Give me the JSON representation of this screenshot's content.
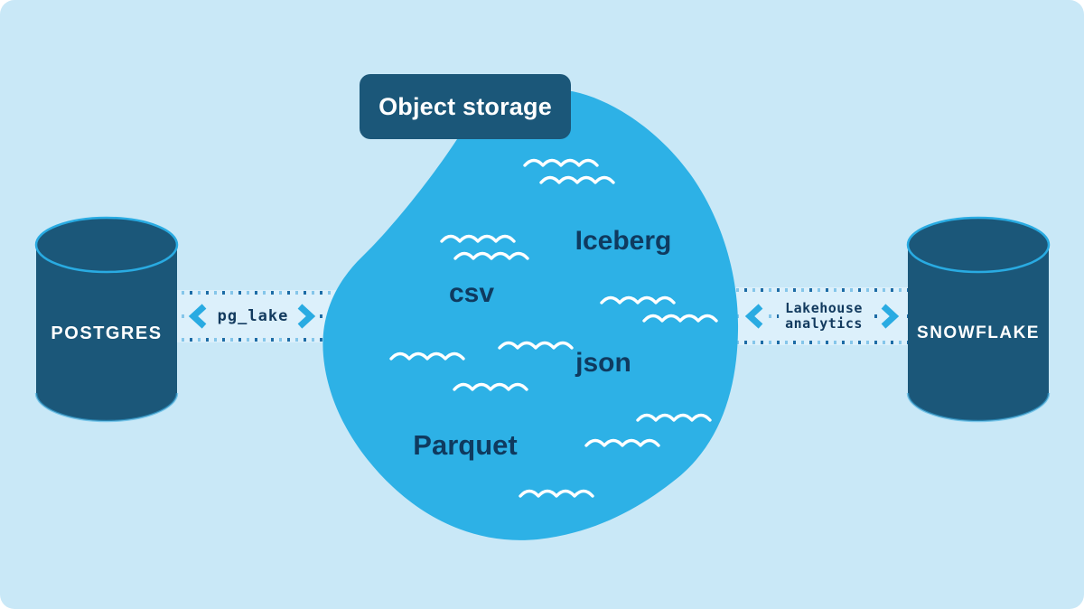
{
  "object_storage": {
    "label": "Object storage"
  },
  "lake": {
    "formats": [
      {
        "label": "Iceberg"
      },
      {
        "label": "csv"
      },
      {
        "label": "json"
      },
      {
        "label": "Parquet"
      }
    ]
  },
  "databases": {
    "postgres": {
      "label": "POSTGRES"
    },
    "snowflake": {
      "label": "SNOWFLAKE"
    }
  },
  "connections": {
    "pg_lake": {
      "label": "pg_lake"
    },
    "lakehouse": {
      "line1": "Lakehouse",
      "line2": "analytics"
    }
  },
  "colors": {
    "canvas_bg": "#C9E8F7",
    "lake_blue": "#2DB1E6",
    "navy": "#1B5779",
    "text_navy": "#0F3A5F",
    "accent_blue": "#29ABE2",
    "band_bg": "#DCF0FB",
    "dot_dark": "#1D6CA6",
    "dot_light": "#85C6EA"
  }
}
